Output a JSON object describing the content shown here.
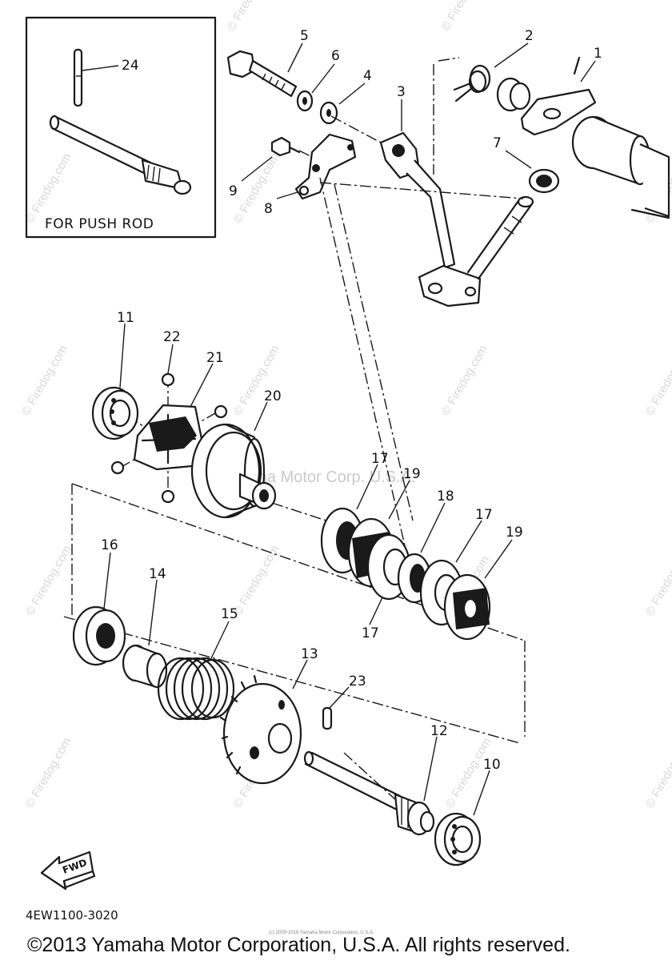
{
  "inset": {
    "caption": "FOR PUSH ROD",
    "part_number": "24"
  },
  "callouts": {
    "c1": "1",
    "c2": "2",
    "c3": "3",
    "c4": "4",
    "c5": "5",
    "c6": "6",
    "c7": "7",
    "c8": "8",
    "c9": "9",
    "c10": "10",
    "c11": "11",
    "c12": "12",
    "c13": "13",
    "c14": "14",
    "c15": "15",
    "c16": "16",
    "c17a": "17",
    "c17b": "17",
    "c17c": "17",
    "c18": "18",
    "c19a": "19",
    "c19b": "19",
    "c20": "20",
    "c21": "21",
    "c22": "22",
    "c23": "23"
  },
  "fwd_label": "FWD",
  "diagram_code": "4EW1100-3020",
  "copyright": "©2013 Yamaha Motor Corporation, U.S.A. All rights reserved.",
  "small_print": "(c) 2009-2016 Yamaha Motor Corporation, U.S.A.",
  "watermarks": {
    "center": "Yamaha Motor Corp. U.S.A.",
    "site": "© Firedog.com",
    "site2": "Firedog.com"
  }
}
